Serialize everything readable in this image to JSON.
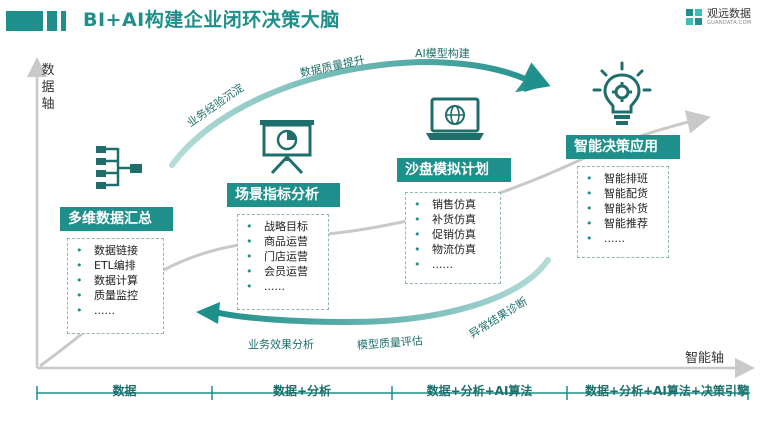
{
  "header": {
    "title": "BI+AI构建企业闭环决策大脑",
    "logo_name": "观远数据",
    "logo_url": "GUANDATA.COM",
    "accent": "#1e8f8a"
  },
  "axes": {
    "y_label": "数据轴",
    "x_label": "智能轴"
  },
  "stages": [
    {
      "title": "多维数据汇总",
      "icon": "hierarchy-icon",
      "items": [
        "数据链接",
        "ETL编排",
        "数据计算",
        "质量监控",
        "......"
      ]
    },
    {
      "title": "场景指标分析",
      "icon": "presentation-pie-icon",
      "items": [
        "战略目标",
        "商品运营",
        "门店运营",
        "会员运营",
        "......"
      ]
    },
    {
      "title": "沙盘模拟计划",
      "icon": "laptop-globe-icon",
      "items": [
        "销售仿真",
        "补货仿真",
        "促销仿真",
        "物流仿真",
        "......"
      ]
    },
    {
      "title": "智能决策应用",
      "icon": "lightbulb-gear-icon",
      "items": [
        "智能排班",
        "智能配货",
        "智能补货",
        "智能推荐",
        "......"
      ]
    }
  ],
  "loop": {
    "top": [
      "业务经验沉淀",
      "数据质量提升",
      "AI模型构建"
    ],
    "bottom": [
      "业务效果分析",
      "模型质量评估",
      "异常结果诊断"
    ]
  },
  "bottom_bands": [
    "数据",
    "数据+分析",
    "数据+分析+AI算法",
    "数据+分析+AI算法+决策引擎"
  ]
}
